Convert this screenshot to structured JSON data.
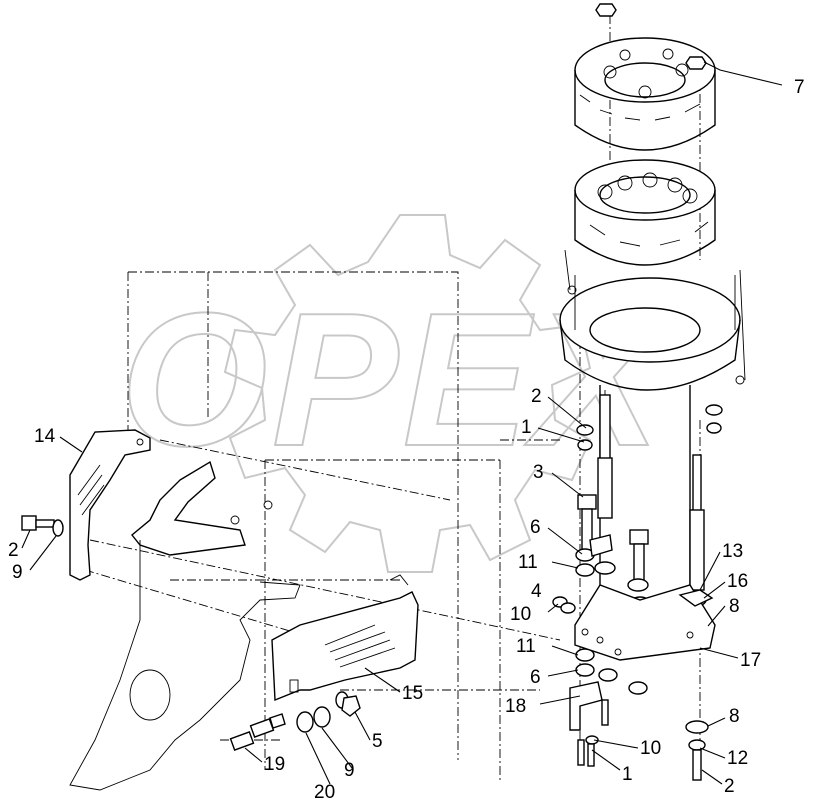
{
  "watermark": {
    "brand": "OPEX"
  },
  "corner_mark": "",
  "callouts": [
    {
      "id": "c7",
      "text": "7"
    },
    {
      "id": "c2a",
      "text": "2"
    },
    {
      "id": "c1a",
      "text": "1"
    },
    {
      "id": "c3",
      "text": "3"
    },
    {
      "id": "c6a",
      "text": "6"
    },
    {
      "id": "c11a",
      "text": "11"
    },
    {
      "id": "c4",
      "text": "4"
    },
    {
      "id": "c10a",
      "text": "10"
    },
    {
      "id": "c11b",
      "text": "11"
    },
    {
      "id": "c6b",
      "text": "6"
    },
    {
      "id": "c18",
      "text": "18"
    },
    {
      "id": "c10b",
      "text": "10"
    },
    {
      "id": "c1b",
      "text": "1"
    },
    {
      "id": "c13",
      "text": "13"
    },
    {
      "id": "c16",
      "text": "16"
    },
    {
      "id": "c8a",
      "text": "8"
    },
    {
      "id": "c17",
      "text": "17"
    },
    {
      "id": "c8b",
      "text": "8"
    },
    {
      "id": "c12",
      "text": "12"
    },
    {
      "id": "c2b",
      "text": "2"
    },
    {
      "id": "c14",
      "text": "14"
    },
    {
      "id": "c2c",
      "text": "2"
    },
    {
      "id": "c9a",
      "text": "9"
    },
    {
      "id": "c15",
      "text": "15"
    },
    {
      "id": "c5",
      "text": "5"
    },
    {
      "id": "c9b",
      "text": "9"
    },
    {
      "id": "c19",
      "text": "19"
    },
    {
      "id": "c20",
      "text": "20"
    }
  ],
  "colors": {
    "line": "#000000",
    "watermark": "#c8c8c8",
    "background": "#ffffff"
  }
}
